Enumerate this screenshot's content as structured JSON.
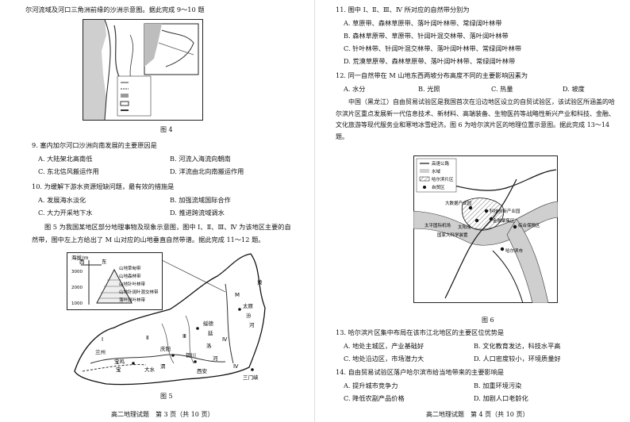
{
  "left": {
    "intro": "尔河流域及河口三角洲前缘的沙洲示意图。据此完成 9～10 题",
    "fig4_caption": "图 4",
    "q9": {
      "stem": "9. 塞内加尔河口沙洲向南发展的主要原因是",
      "A": "A. 大陆架北高南低",
      "B": "B. 河流入海流向朝南",
      "C": "C. 东北信风搬运作用",
      "D": "D. 洋流由北向南搬运作用"
    },
    "q10": {
      "stem": "10. 为缓解下游水资源短缺问题，最有效的措施是",
      "A": "A. 发展海水淡化",
      "B": "B. 加强流域国际合作",
      "C": "C. 大力开采地下水",
      "D": "D. 推进跨流域调水"
    },
    "intro2_l1": "图 5 为我国某地区部分地理事物及现象示意图，图中 Ⅰ、Ⅱ、Ⅲ、Ⅳ 为该地区主要的自",
    "intro2_l2": "然带，图中左上方给出了 M 山对应的山地垂直自然带谱。据此完成 11～12 题。",
    "fig5": {
      "alt_label": "海拔/m",
      "west": "西",
      "east": "东",
      "y_ticks": [
        "3000",
        "2000",
        "1000"
      ],
      "legend": [
        "山地草甸带",
        "山地森林带",
        "山地针叶林带",
        "山地针阔叶混交林带",
        "落叶阔叶林带"
      ],
      "places": [
        "绥德",
        "延",
        "铜川",
        "宝鸡",
        "庆阳",
        "洛",
        "河",
        "太原",
        "汾",
        "河",
        "西安",
        "大水",
        "渭",
        "兰州",
        "Ⅰ",
        "Ⅱ",
        "Ⅲ",
        "Ⅳ",
        "Ⅳ",
        "M",
        "黄",
        "三门峡",
        "宝"
      ],
      "caption": "图 5"
    },
    "footer": "高二地理试题　第 3 页（共 10 页）"
  },
  "right": {
    "q11": {
      "stem": "11. 图中 Ⅰ、Ⅱ、Ⅲ、Ⅳ 所对应的自然带分别为",
      "A": "A. 草原带、森林草原带、落叶阔叶林带、常绿阔叶林带",
      "B": "B. 森林草原带、草原带、针阔叶混交林带、落叶阔叶林带",
      "C": "C. 针叶林带、针阔叶混交林带、落叶阔叶林带、常绿阔叶林带",
      "D": "D. 荒漠草原带、森林草原带、落叶阔叶林带、常绿阔叶林带"
    },
    "q12": {
      "stem": "12. 同一自然带在 M 山地东西两坡分布高度不同的主要影响因素为",
      "A": "A. 水分",
      "B": "B. 光照",
      "C": "C. 热量",
      "D": "D. 坡度"
    },
    "passage": "中国（黑龙江）自由贸易试验区是我国首次在沿边地区设立的自贸试验区，该试验区所涵盖的哈尔滨片区重点发展新一代信息技术、新材料、高端装备、生物医药等战略性新兴产业和科技、金融、文化旅游等现代服务业和寒地冰雪经济。图 6 为哈尔滨片区的地理位置示意图。据此完成 13～14 题。",
    "fig6": {
      "legend": [
        "高速公路",
        "水域",
        "哈尔滨片区",
        "自贸区"
      ],
      "labels": [
        "太平国际机场",
        "国家大科学装置",
        "太阳岛",
        "哈尔滨市",
        "金融聚集区",
        "科技创新产业园",
        "综合保税区",
        "大数据产业园"
      ],
      "caption": "图 6"
    },
    "q13": {
      "stem": "13. 哈尔滨片区集中布局在该市江北地区的主要区位优势是",
      "A": "A. 地处主城区，产业基础好",
      "B": "B. 文化教育发达，科技水平高",
      "C": "C. 地处沿边区，市场潜力大",
      "D": "D. 人口密度较小，环境质量好"
    },
    "q14": {
      "stem": "14. 自由贸易试验区落户哈尔滨市给当地带来的主要影响是",
      "A": "A. 提升城市竞争力",
      "B": "B. 加重环境污染",
      "C": "C. 降低农副产品价格",
      "D": "D. 加剧人口老龄化"
    },
    "footer": "高二地理试题　第 4 页（共 10 页）"
  }
}
